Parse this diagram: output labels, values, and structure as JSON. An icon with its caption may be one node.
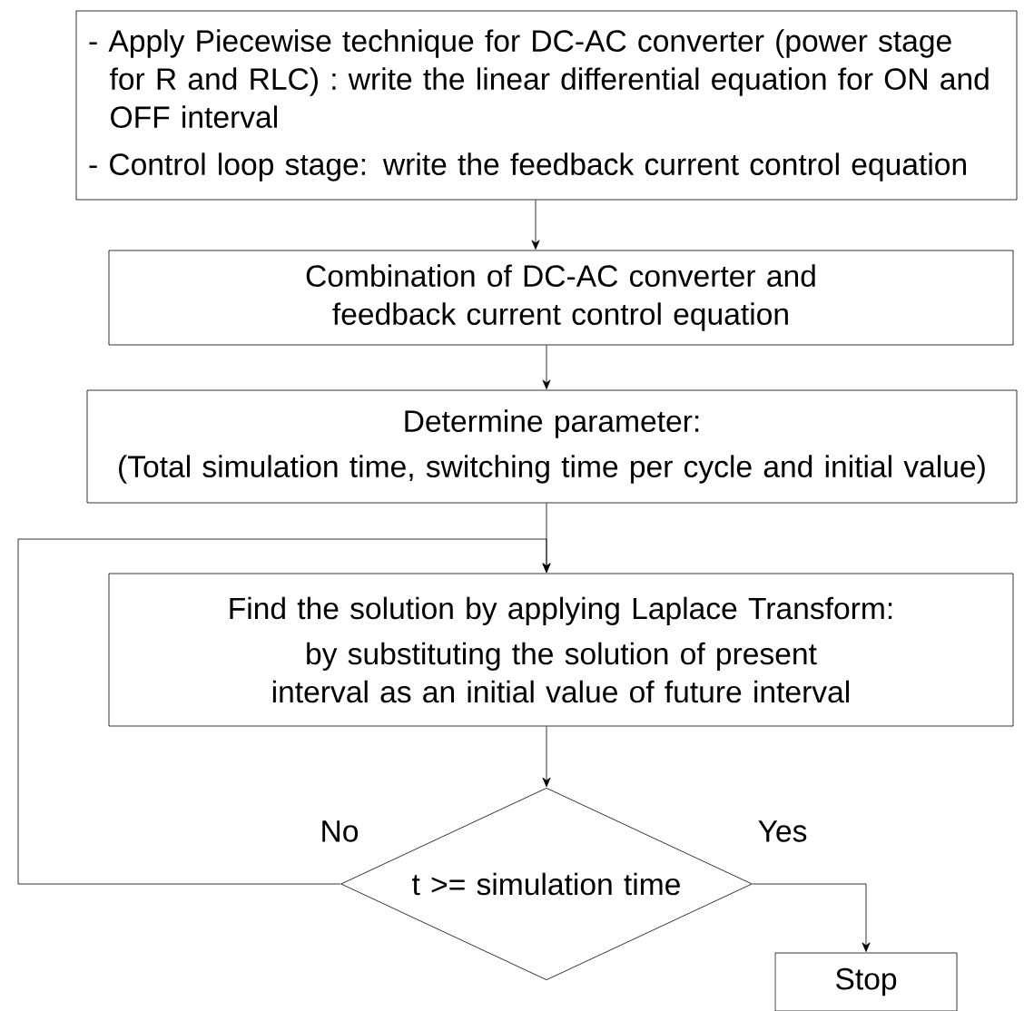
{
  "diagram": {
    "nodes": [
      {
        "text": [
          "- Apply Piecewise technique for DC-AC converter (power stage for R and RLC) : write the linear differential equation for ON and OFF interval",
          "- Control loop stage: write the feedback current control equation"
        ]
      },
      {
        "text": [
          "Combination of DC-AC converter and feedback current control equation"
        ]
      },
      {
        "text": [
          "Determine parameter:",
          "(Total simulation time, switching time per cycle and initial value)"
        ]
      },
      {
        "text": [
          "Find the solution by applying Laplace Transform:",
          "by substituting the solution of present interval as an initial value of future interval"
        ]
      },
      {
        "text": [
          "t >= simulation time"
        ]
      },
      {
        "text": [
          "Stop"
        ]
      }
    ],
    "edges": [
      {
        "from": 0,
        "to": 1,
        "arrow": "to"
      },
      {
        "from": 1,
        "to": 2,
        "arrow": "to"
      },
      {
        "from": 2,
        "to": 3,
        "arrow": "to"
      },
      {
        "from": 3,
        "to": 4,
        "arrow": "to"
      },
      {
        "from": 4,
        "to": 3,
        "arrow": "to",
        "label": "No"
      },
      {
        "from": 4,
        "to": 5,
        "arrow": "to",
        "label": "Yes"
      }
    ]
  }
}
